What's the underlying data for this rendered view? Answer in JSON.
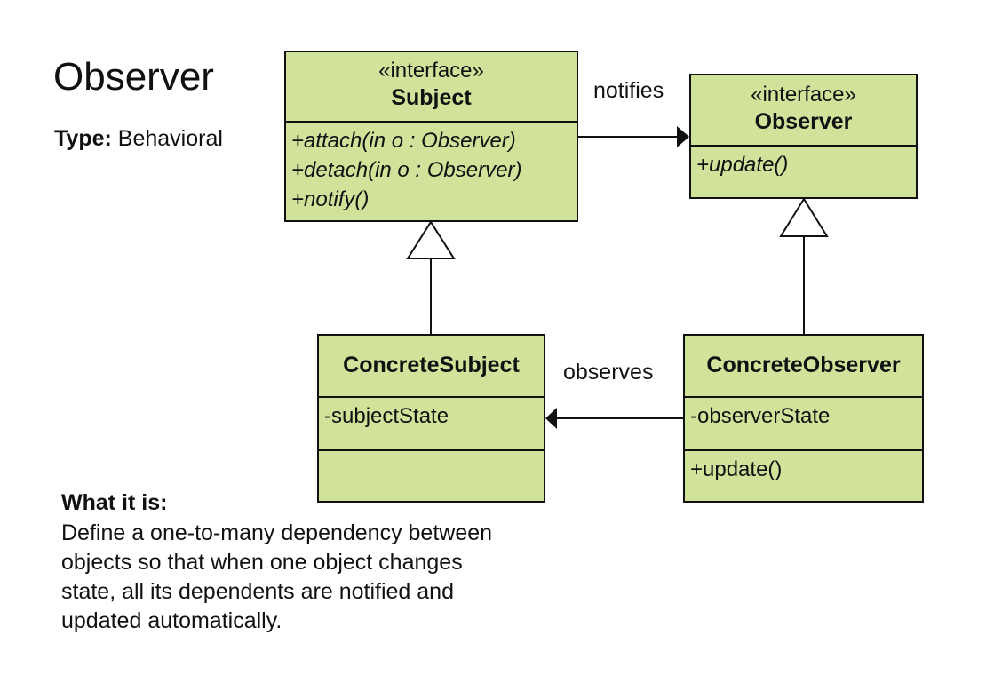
{
  "title": "Observer",
  "type": {
    "label": "Type:",
    "value": "Behavioral"
  },
  "classes": {
    "subject": {
      "stereotype": "«interface»",
      "name": "Subject",
      "operations": [
        "+attach(in o : Observer)",
        "+detach(in o : Observer)",
        "+notify()"
      ]
    },
    "observer": {
      "stereotype": "«interface»",
      "name": "Observer",
      "operations": [
        "+update()"
      ]
    },
    "concrete_subject": {
      "name": "ConcreteSubject",
      "attributes": [
        "-subjectState"
      ],
      "operations": []
    },
    "concrete_observer": {
      "name": "ConcreteObserver",
      "attributes": [
        "-observerState"
      ],
      "operations": [
        "+update()"
      ]
    }
  },
  "relations": {
    "notifies": "notifies",
    "observes": "observes"
  },
  "description": {
    "heading": "What it is:",
    "lines": [
      "Define a one-to-many dependency between",
      "objects so that when one object changes",
      "state, all its dependents are notified and",
      "updated automatically."
    ]
  },
  "colors": {
    "class_fill": "#d1e39a",
    "stroke": "#111111",
    "background": "#ffffff"
  }
}
